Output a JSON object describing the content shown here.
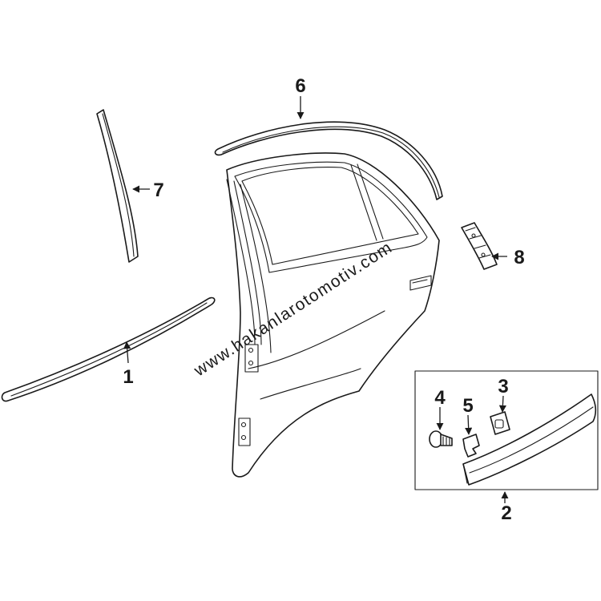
{
  "watermark": "www.hakanlarotomotiv.com",
  "callouts": {
    "c1": "1",
    "c2": "2",
    "c3": "3",
    "c4": "4",
    "c5": "5",
    "c6": "6",
    "c7": "7",
    "c8": "8"
  }
}
